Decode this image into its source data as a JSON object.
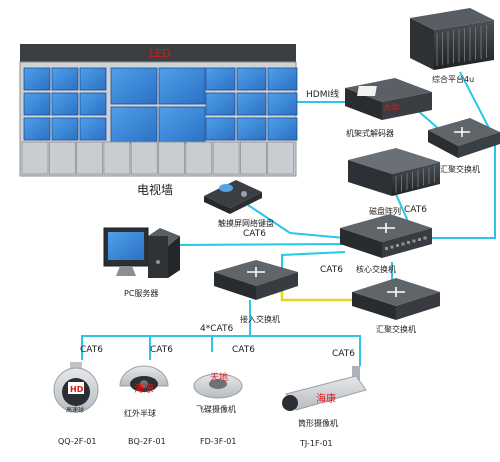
{
  "labels": {
    "led": "LED",
    "videowall": "电视墙",
    "hdmi": "HDMI线",
    "platform": "综合平台4u",
    "decoder": "机架式解码器",
    "agg_switch_top": "汇聚交换机",
    "storage": "磁盘阵列",
    "keyboard": "触摸屏网络键盘",
    "core_switch": "核心交换机",
    "pc_server": "PC服务器",
    "access_switch": "接入交换机",
    "agg_switch_mid": "汇聚交换机",
    "cable_cat6_a": "CAT6",
    "cable_cat6_b": "CAT6",
    "cable_cat6_c": "CAT6",
    "cable_4cat6": "4*CAT6",
    "cable_cat6_d": "CAT6",
    "cable_cat6_e": "CAT6",
    "cable_cat6_f": "CAT6",
    "cable_cat6_g": "CAT6",
    "cam1_name": "高速球",
    "cam1_model": "QQ-2F-01",
    "cam2_name": "红外半球",
    "cam2_model": "BQ-2F-01",
    "cam2_brand": "海康",
    "cam3_name": "飞碟摄像机",
    "cam3_model": "FD-3F-01",
    "cam3_brand": "天地",
    "cam4_name": "筒形摄像机",
    "cam4_model": "TJ-1F-01",
    "cam4_brand": "海康",
    "decoder_brand": "大华",
    "hd_badge": "HD"
  },
  "colors": {
    "cable": "#29c6e8",
    "cable_yellow": "#e8d51c",
    "panel_blue": "#3a86d8",
    "panel_dark": "#2a5fb0",
    "device_dark": "#2e3134",
    "brand_red": "#e01818"
  }
}
